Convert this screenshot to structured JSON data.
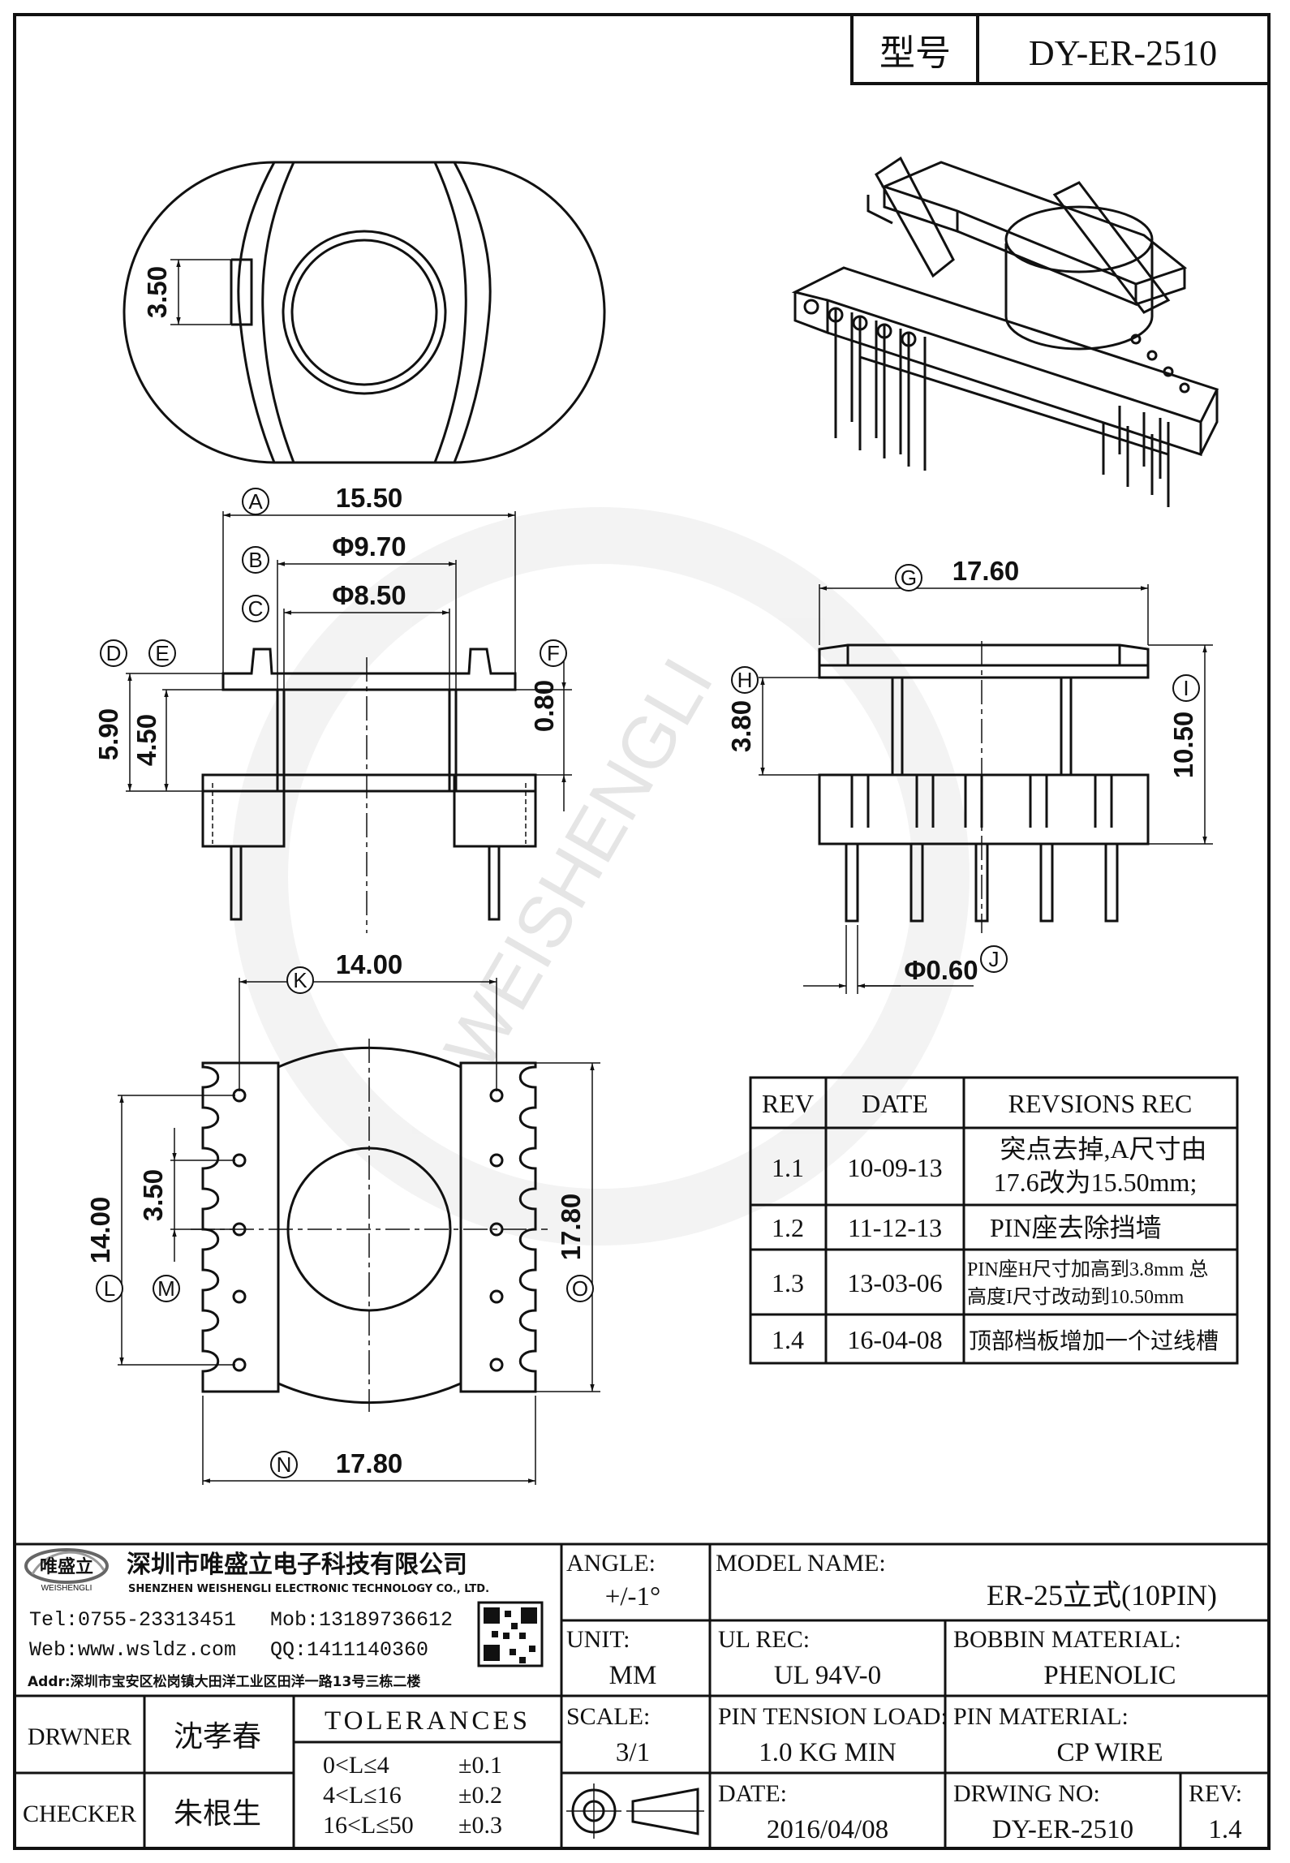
{
  "header": {
    "model_label": "型号",
    "model_value": "DY-ER-2510"
  },
  "dimensions": {
    "slot_width": "3.50",
    "A": "15.50",
    "B": "Φ9.70",
    "C": "Φ8.50",
    "D": "5.90",
    "E": "4.50",
    "F": "0.80",
    "G": "17.60",
    "H": "3.80",
    "I": "10.50",
    "J": "Φ0.60",
    "K": "14.00",
    "L": "14.00",
    "M": "3.50",
    "N": "17.80",
    "O": "17.80"
  },
  "callouts": [
    "A",
    "B",
    "C",
    "D",
    "E",
    "F",
    "G",
    "H",
    "I",
    "J",
    "K",
    "L",
    "M",
    "N",
    "O"
  ],
  "watermark": {
    "text": "WEISHENGLI"
  },
  "revisions": {
    "headers": [
      "REV",
      "DATE",
      "REVSIONS REC"
    ],
    "rows": [
      {
        "rev": "1.1",
        "date": "10-09-13",
        "rec": [
          "突点去掉,A尺寸由",
          "17.6改为15.50mm;"
        ]
      },
      {
        "rev": "1.2",
        "date": "11-12-13",
        "rec": [
          "PIN座去除挡墙"
        ]
      },
      {
        "rev": "1.3",
        "date": "13-03-06",
        "rec": [
          "PIN座H尺寸加高到3.8mm 总",
          "高度I尺寸改动到10.50mm"
        ]
      },
      {
        "rev": "1.4",
        "date": "16-04-08",
        "rec": [
          "顶部档板增加一个过线槽"
        ]
      }
    ]
  },
  "company": {
    "logo_text": "唯盛立",
    "logo_sub": "WEISHENGLI",
    "name_cn": "深圳市唯盛立电子科技有限公司",
    "name_en": "SHENZHEN WEISHENGLI ELECTRONIC TECHNOLOGY CO., LTD.",
    "tel": "Tel:0755-23313451",
    "mob": "Mob:13189736612",
    "web": "Web:www.wsldz.com",
    "qq": "QQ:1411140360",
    "addr": "Addr:深圳市宝安区松岗镇大田洋工业区田洋一路13号三栋二楼"
  },
  "title_block": {
    "angle_label": "ANGLE:",
    "angle_value": "+/-1°",
    "model_name_label": "MODEL NAME:",
    "model_name_value": "ER-25立式(10PIN)",
    "unit_label": "UNIT:",
    "unit_value": "MM",
    "ul_label": "UL REC:",
    "ul_value": "UL 94V-0",
    "bobbin_label": "BOBBIN MATERIAL:",
    "bobbin_value": "PHENOLIC",
    "scale_label": "SCALE:",
    "scale_value": "3/1",
    "tension_label": "PIN TENSION LOAD:",
    "tension_value": "1.0 KG MIN",
    "pinmat_label": "PIN MATERIAL:",
    "pinmat_value": "CP WIRE",
    "date_label": "DATE:",
    "date_value": "2016/04/08",
    "dwg_label": "DRWING NO:",
    "dwg_value": "DY-ER-2510",
    "rev_label": "REV:",
    "rev_value": "1.4",
    "drawer_label": "DRWNER",
    "drawer_value": "沈孝春",
    "checker_label": "CHECKER",
    "checker_value": "朱根生",
    "tolerances_title": "TOLERANCES",
    "tolerances": [
      {
        "range": "0<L≤4",
        "tol": "±0.1"
      },
      {
        "range": "4<L≤16",
        "tol": "±0.2"
      },
      {
        "range": "16<L≤50",
        "tol": "±0.3"
      }
    ]
  }
}
